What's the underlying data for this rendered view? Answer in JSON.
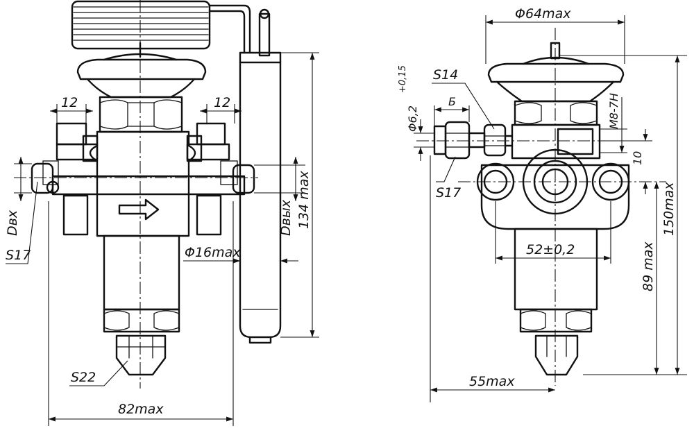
{
  "left_view": {
    "dim_width": "82max",
    "dim_height": "134 max",
    "dim_bulb": "Φ16max",
    "dim_flange_left": "12",
    "dim_flange_right": "12",
    "inlet_label": "Dвх",
    "outlet_label": "Dвых",
    "wrench_side": "S17",
    "wrench_bottom": "S22"
  },
  "right_view": {
    "dim_diaphragm": "Φ64max",
    "dim_height_total": "150max",
    "dim_height_axis": "89 max",
    "dim_offset": "55max",
    "dim_bolt_spacing": "52±0,2",
    "dim_vertical_10": "10",
    "dim_tube": "Φ6,2",
    "dim_tube_tol": "+0,15",
    "dim_b": "Б",
    "wrench_top": "S14",
    "wrench_bottom": "S17",
    "thread": "M8-7H"
  }
}
